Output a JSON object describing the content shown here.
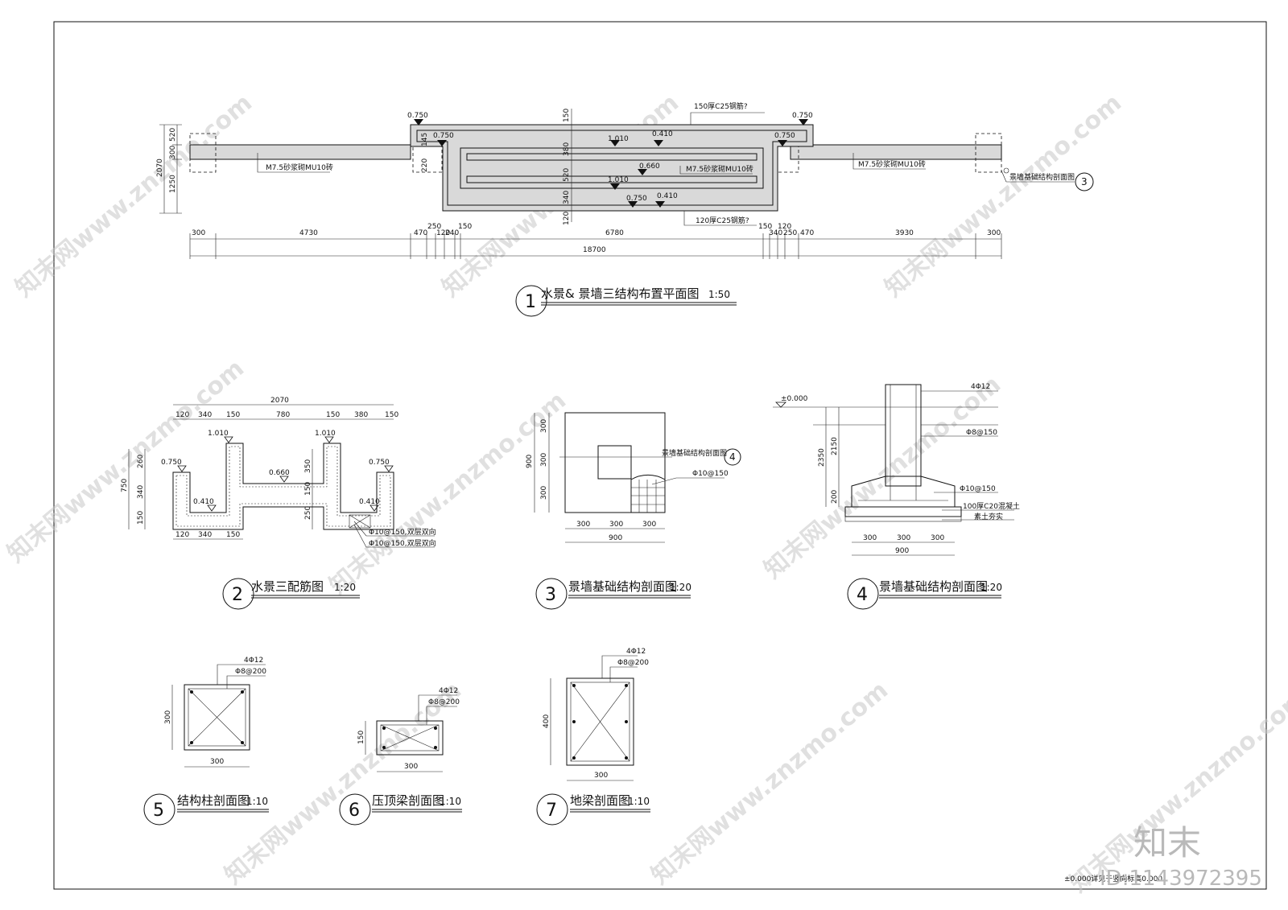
{
  "drawing1": {
    "number": "1",
    "title": "水景& 景墙三结构布置平面图",
    "scale": "1:50",
    "notes": {
      "top_slab": "150厚C25钢筋?",
      "bottom_slab": "120厚C25钢筋?",
      "wall_left": "M7.5砂浆砌MU10砖",
      "wall_mid": "M7.5砂浆砌MU10砖",
      "wall_right": "M7.5砂浆砌MU10砖",
      "section_ref": "景墙基础结构剖面图",
      "section_ref_num": "3"
    },
    "elevations": [
      "0.750",
      "0.750",
      "0.750",
      "0.750",
      "1.010",
      "0.410",
      "0.660",
      "1.010",
      "0.750",
      "0.410"
    ],
    "dims_bottom": [
      "300",
      "4730",
      "470",
      "250",
      "120",
      "240",
      "150",
      "6780",
      "150",
      "340",
      "250",
      "120",
      "470",
      "3930",
      "300"
    ],
    "dim_total": "18700",
    "dims_left": [
      "520",
      "300",
      "1250",
      "2070"
    ],
    "dims_center": [
      "150",
      "380",
      "520",
      "340",
      "120",
      "220",
      "145"
    ]
  },
  "drawing2": {
    "number": "2",
    "title": "水景三配筋图",
    "scale": "1:20",
    "dims_top": [
      "120",
      "340",
      "150",
      "780",
      "150",
      "380",
      "150"
    ],
    "dim_total": "2070",
    "dims_bottom": [
      "120",
      "340",
      "150"
    ],
    "dims_left": [
      "260",
      "340",
      "150",
      "750"
    ],
    "dims_right": [
      "350",
      "150",
      "250"
    ],
    "elevations": [
      "0.750",
      "1.010",
      "0.410",
      "0.660",
      "1.010",
      "0.750",
      "0.410"
    ],
    "rebar_1": "Φ10@150,双层双向",
    "rebar_2": "Φ10@150,双层双向"
  },
  "drawing3": {
    "number": "3",
    "title": "景墙基础结构剖面图",
    "scale": "1:20",
    "dims_bottom": [
      "300",
      "300",
      "300"
    ],
    "dim_total": "900",
    "dims_left": [
      "300",
      "300",
      "300",
      "900"
    ],
    "ref_label": "景墙基础结构剖面图",
    "ref_num": "4",
    "rebar": "Φ10@150"
  },
  "drawing4": {
    "number": "4",
    "title": "景墙基础结构剖面图",
    "scale": "1:20",
    "level": "±0.000",
    "rebar_top": "4Φ12",
    "rebar_stirrup": "Φ8@150",
    "rebar_base": "Φ10@150",
    "concrete": "100厚C20混凝土",
    "soil": "素土夯实",
    "dims_left": [
      "2350",
      "2150",
      "200"
    ],
    "dims_bottom": [
      "300",
      "300",
      "300"
    ],
    "dim_total": "900"
  },
  "drawing5": {
    "number": "5",
    "title": "结构柱剖面图",
    "scale": "1:10",
    "rebar_main": "4Φ12",
    "rebar_stirrup": "Φ8@200",
    "dim_w": "300",
    "dim_h": "300"
  },
  "drawing6": {
    "number": "6",
    "title": "压顶梁剖面图",
    "scale": "1:10",
    "rebar_main": "4Φ12",
    "rebar_stirrup": "Φ8@200",
    "dim_w": "300",
    "dim_h": "150"
  },
  "drawing7": {
    "number": "7",
    "title": "地梁剖面图",
    "scale": "1:10",
    "rebar_main": "4Φ12",
    "rebar_stirrup": "Φ8@200",
    "dim_w": "300",
    "dim_h": "400"
  },
  "footer": {
    "note": "±0.000详见于竖向标高0.000",
    "brand": "知末",
    "id": "ID:1143972395"
  },
  "watermark": "知末网www.znzmo.com"
}
